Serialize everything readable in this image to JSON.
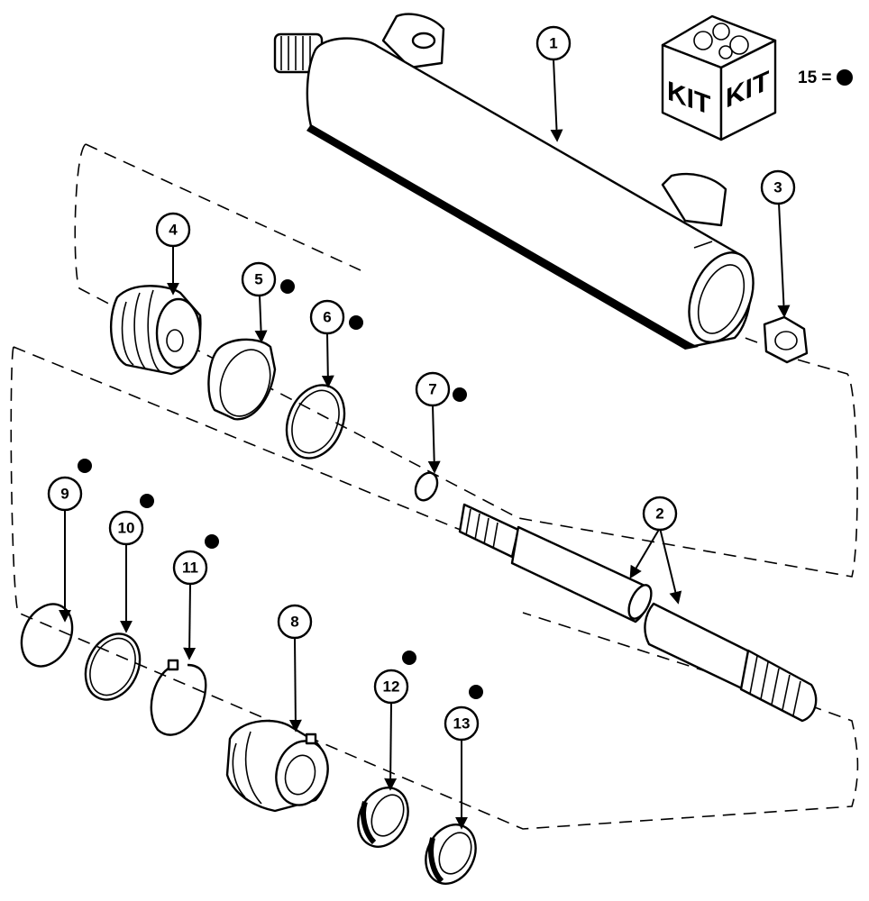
{
  "callouts": [
    "1",
    "2",
    "3",
    "4",
    "5",
    "6",
    "7",
    "8",
    "9",
    "10",
    "11",
    "12",
    "13"
  ],
  "kit": {
    "box_label_left": "KIT",
    "box_label_right": "KIT",
    "legend_text": "15 ="
  },
  "colors": {
    "ink": "#000000",
    "paper": "#ffffff",
    "shade": "#3a3a3a"
  }
}
